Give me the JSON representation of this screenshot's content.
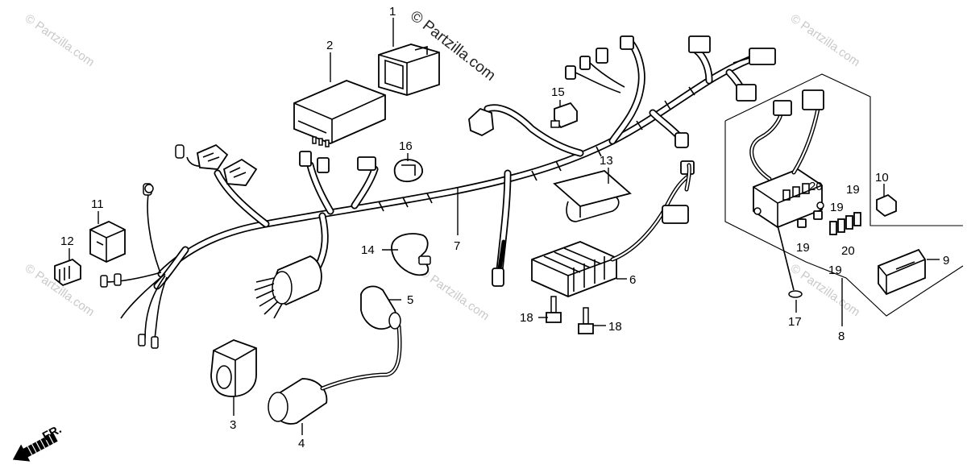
{
  "watermarks": {
    "main": "© Partzilla.com",
    "repeat": "© Partzilla.com"
  },
  "direction_label": "FR.",
  "callouts": [
    {
      "id": "1",
      "text": "1"
    },
    {
      "id": "2",
      "text": "2"
    },
    {
      "id": "3",
      "text": "3"
    },
    {
      "id": "4",
      "text": "4"
    },
    {
      "id": "5",
      "text": "5"
    },
    {
      "id": "6",
      "text": "6"
    },
    {
      "id": "7",
      "text": "7"
    },
    {
      "id": "8",
      "text": "8"
    },
    {
      "id": "9",
      "text": "9"
    },
    {
      "id": "10",
      "text": "10"
    },
    {
      "id": "11",
      "text": "11"
    },
    {
      "id": "12",
      "text": "12"
    },
    {
      "id": "13",
      "text": "13"
    },
    {
      "id": "14",
      "text": "14"
    },
    {
      "id": "15",
      "text": "15"
    },
    {
      "id": "16",
      "text": "16"
    },
    {
      "id": "17",
      "text": "17"
    },
    {
      "id": "18a",
      "text": "18"
    },
    {
      "id": "18b",
      "text": "18"
    },
    {
      "id": "19a",
      "text": "19"
    },
    {
      "id": "19b",
      "text": "19"
    },
    {
      "id": "19c",
      "text": "19"
    },
    {
      "id": "19d",
      "text": "19"
    },
    {
      "id": "20a",
      "text": "20"
    },
    {
      "id": "20b",
      "text": "20"
    }
  ],
  "icons": {
    "direction_arrow": "arrow-down-left-icon"
  }
}
